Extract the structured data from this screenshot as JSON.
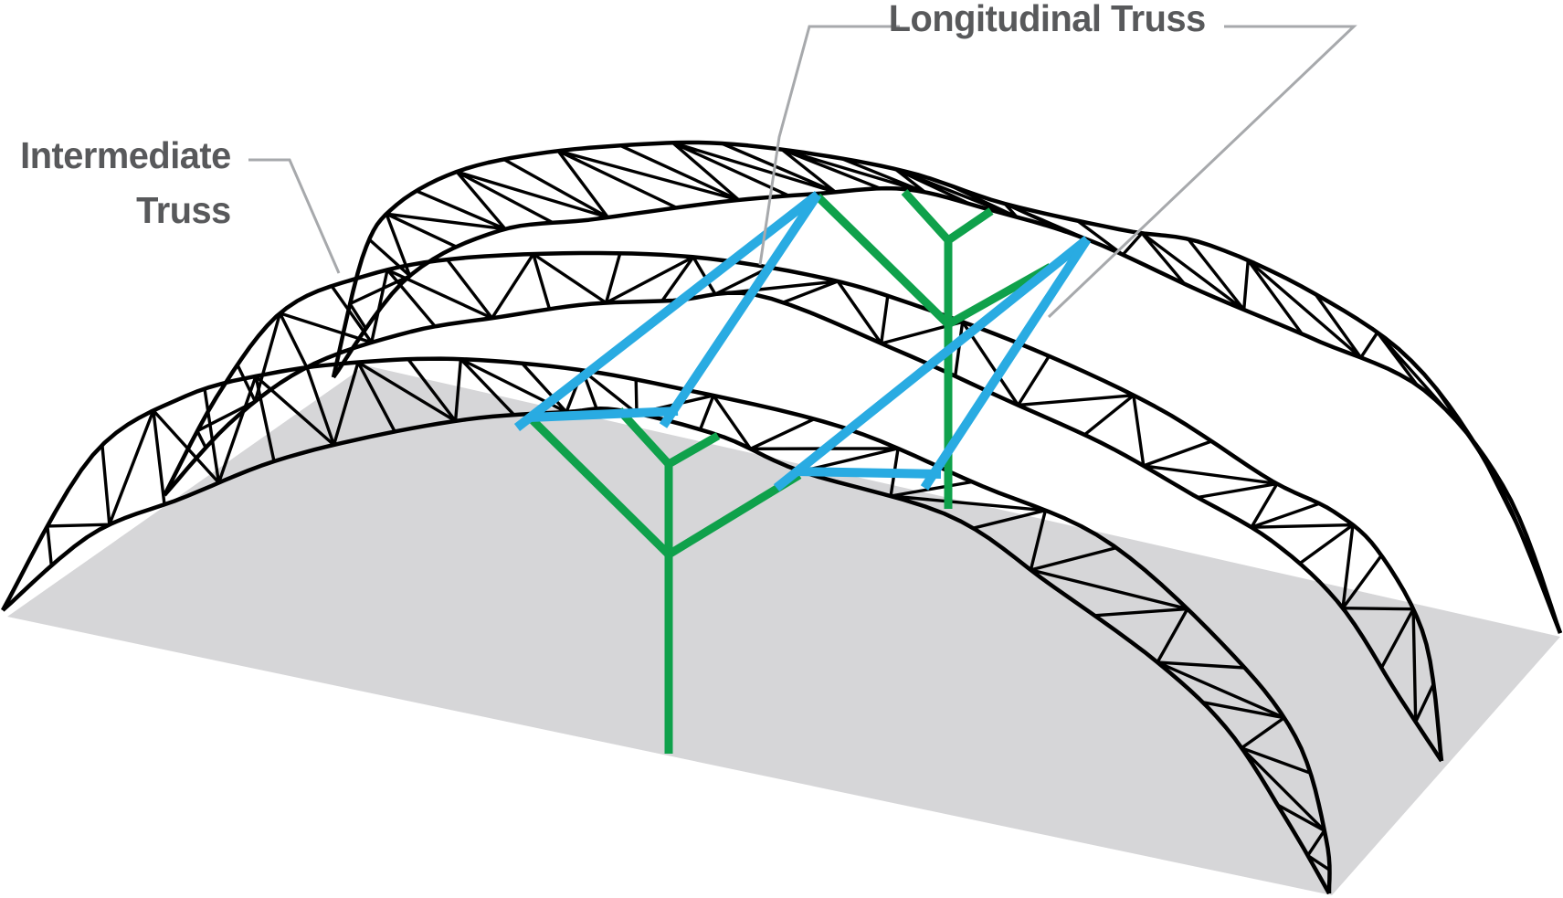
{
  "diagram": {
    "labels": {
      "longitudinal": "Longitudinal Truss",
      "intermediate_line1": "Intermediate",
      "intermediate_line2": "Truss"
    },
    "colors": {
      "background": "#FFFFFF",
      "structure_black": "#000000",
      "ground_gray": "#D6D6D8",
      "tree_green": "#0FA14B",
      "longitudinal_blue": "#29ABE2",
      "leader_gray": "#A7A9AC",
      "label_text_gray": "#58595B"
    }
  }
}
